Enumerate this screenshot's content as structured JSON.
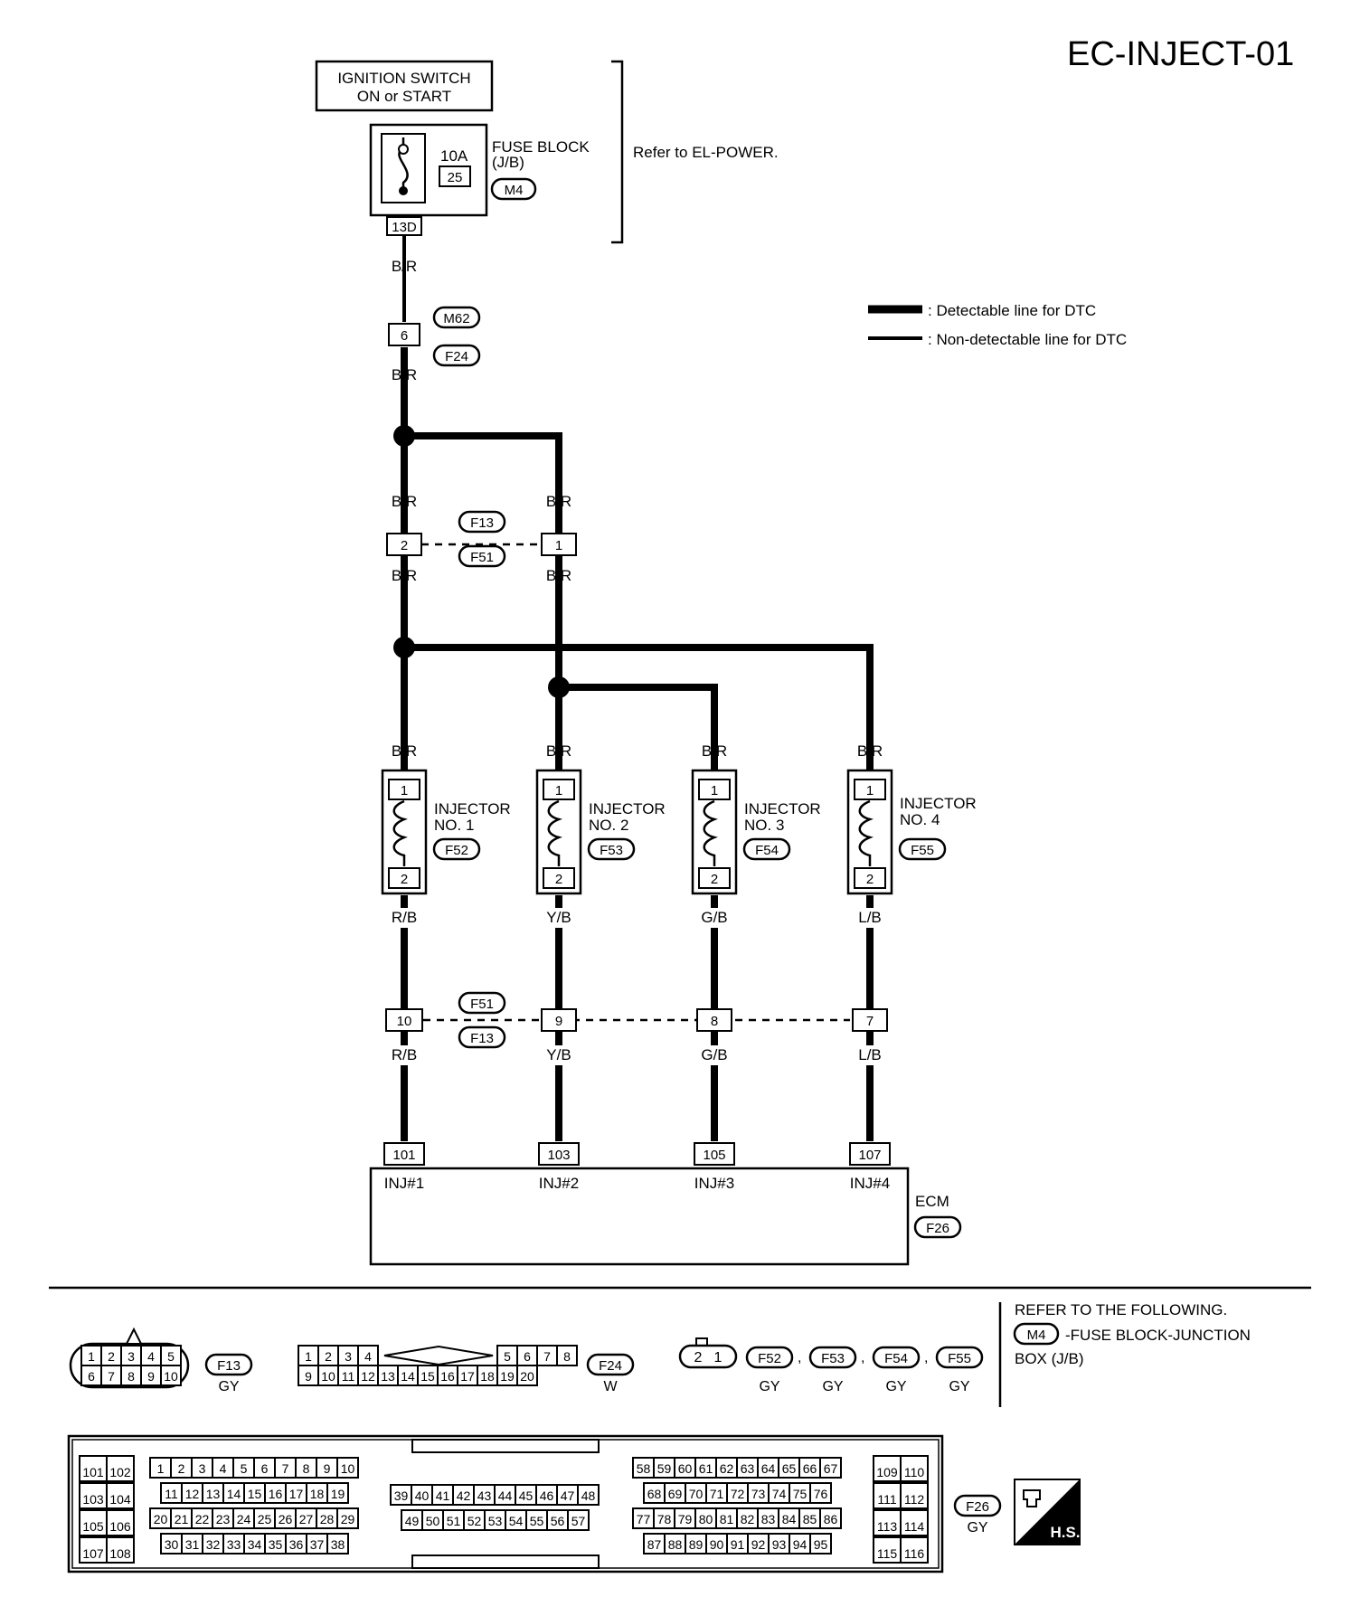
{
  "title": "EC-INJECT-01",
  "ignition_switch": [
    "IGNITION SWITCH",
    "ON or START"
  ],
  "fuse_block": {
    "label": [
      "FUSE BLOCK",
      "(J/B)"
    ],
    "amp": "10A",
    "fuse_no": "25",
    "connector": "M4",
    "pin": "13D"
  },
  "refer_power": "Refer to EL-POWER.",
  "legend": {
    "detectable": ": Detectable line for DTC",
    "non_detectable": ": Non-detectable line for DTC"
  },
  "wire_color_br": "B/R",
  "joint1": {
    "pin": "6",
    "connector_top": "M62",
    "connector_bottom": "F24"
  },
  "joint2": {
    "pin_left": "2",
    "pin_right": "1",
    "connector_top": "F13",
    "connector_bottom": "F51"
  },
  "injectors": [
    {
      "name": [
        "INJECTOR",
        "NO. 1"
      ],
      "connector": "F52",
      "pin_top": "1",
      "pin_bottom": "2",
      "wire_out": "R/B",
      "joint_pin": "10",
      "ecm_pin": "101",
      "ecm_label": "INJ#1"
    },
    {
      "name": [
        "INJECTOR",
        "NO. 2"
      ],
      "connector": "F53",
      "pin_top": "1",
      "pin_bottom": "2",
      "wire_out": "Y/B",
      "joint_pin": "9",
      "ecm_pin": "103",
      "ecm_label": "INJ#2"
    },
    {
      "name": [
        "INJECTOR",
        "NO. 3"
      ],
      "connector": "F54",
      "pin_top": "1",
      "pin_bottom": "2",
      "wire_out": "G/B",
      "joint_pin": "8",
      "ecm_pin": "105",
      "ecm_label": "INJ#3"
    },
    {
      "name": [
        "INJECTOR",
        "NO. 4"
      ],
      "connector": "F55",
      "pin_top": "1",
      "pin_bottom": "2",
      "wire_out": "L/B",
      "joint_pin": "7",
      "ecm_pin": "107",
      "ecm_label": "INJ#4"
    }
  ],
  "joint3": {
    "connector_top": "F51",
    "connector_bottom": "F13"
  },
  "ecm": {
    "label": "ECM",
    "connector": "F26"
  },
  "connectors": {
    "f13": {
      "id": "F13",
      "color": "GY",
      "row1": [
        "1",
        "2",
        "3",
        "4",
        "5"
      ],
      "row2": [
        "6",
        "7",
        "8",
        "9",
        "10"
      ]
    },
    "f24": {
      "id": "F24",
      "color": "W",
      "row1_left": [
        "1",
        "2",
        "3",
        "4"
      ],
      "row1_right": [
        "5",
        "6",
        "7",
        "8"
      ],
      "row2": [
        "9",
        "10",
        "11",
        "12",
        "13",
        "14",
        "15",
        "16",
        "17",
        "18",
        "19",
        "20"
      ]
    },
    "injector": {
      "pins": [
        "2",
        "1"
      ],
      "ids": [
        "F52",
        "F53",
        "F54",
        "F55"
      ],
      "color": "GY"
    },
    "f26": {
      "id": "F26",
      "color": "GY",
      "g1": [
        [
          "101",
          "102"
        ],
        [
          "103",
          "104"
        ],
        [
          "105",
          "106"
        ],
        [
          "107",
          "108"
        ]
      ],
      "g2": [
        [
          "1",
          "2",
          "3",
          "4",
          "5",
          "6",
          "7",
          "8",
          "9",
          "10"
        ],
        [
          "11",
          "12",
          "13",
          "14",
          "15",
          "16",
          "17",
          "18",
          "19"
        ],
        [
          "20",
          "21",
          "22",
          "23",
          "24",
          "25",
          "26",
          "27",
          "28",
          "29"
        ],
        [
          "30",
          "31",
          "32",
          "33",
          "34",
          "35",
          "36",
          "37",
          "38"
        ]
      ],
      "g3": [
        [
          "39",
          "40",
          "41",
          "42",
          "43",
          "44",
          "45",
          "46",
          "47",
          "48"
        ],
        [
          "49",
          "50",
          "51",
          "52",
          "53",
          "54",
          "55",
          "56",
          "57"
        ]
      ],
      "g4": [
        [
          "58",
          "59",
          "60",
          "61",
          "62",
          "63",
          "64",
          "65",
          "66",
          "67"
        ],
        [
          "68",
          "69",
          "70",
          "71",
          "72",
          "73",
          "74",
          "75",
          "76"
        ],
        [
          "77",
          "78",
          "79",
          "80",
          "81",
          "82",
          "83",
          "84",
          "85",
          "86"
        ],
        [
          "87",
          "88",
          "89",
          "90",
          "91",
          "92",
          "93",
          "94",
          "95"
        ]
      ],
      "g5": [
        [
          "109",
          "110"
        ],
        [
          "111",
          "112"
        ],
        [
          "113",
          "114"
        ],
        [
          "115",
          "116"
        ]
      ]
    }
  },
  "refer_following": {
    "heading": "REFER TO THE FOLLOWING.",
    "connector": "M4",
    "text1": "-FUSE BLOCK-JUNCTION",
    "text2": "BOX (J/B)"
  },
  "hs_badge": "H.S."
}
